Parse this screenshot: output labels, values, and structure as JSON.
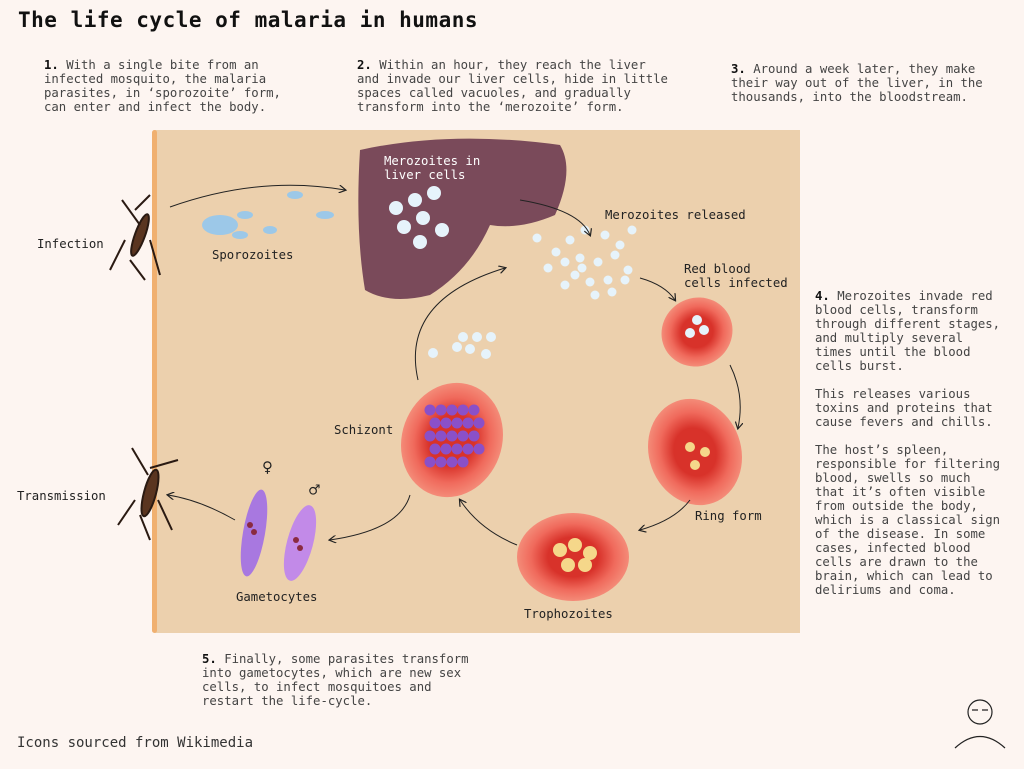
{
  "title": "The life cycle of malaria in humans",
  "steps": [
    {
      "num": "1.",
      "text": " With a single bite from an\ninfected mosquito, the malaria\nparasites, in ‘sporozoite’ form,\ncan enter and infect the body."
    },
    {
      "num": "2.",
      "text": " Within an hour, they reach the liver\nand invade our liver cells, hide in little\nspaces called vacuoles, and gradually\ntransform into the ‘merozoite’ form."
    },
    {
      "num": "3.",
      "text": " Around a week later, they make\ntheir way out of the liver, in the\nthousands, into the bloodstream."
    },
    {
      "num": "4.",
      "text": " Merozoites invade red\nblood cells, transform\nthrough different stages,\nand multiply several\ntimes until the blood\ncells burst.\n\nThis releases various\ntoxins and proteins that\ncause fevers and chills.\n\nThe host’s spleen,\nresponsible for filtering\nblood, swells so much\nthat it’s often visible\nfrom outside the body,\nwhich is a classical sign\nof the disease. In some\ncases, infected blood\ncells are drawn to the\nbrain, which can lead to\ndeliriums and coma."
    },
    {
      "num": "5.",
      "text": " Finally, some parasites transform\ninto gametocytes, which are new sex\ncells, to infect mosquitoes and\nrestart the life-cycle."
    }
  ],
  "labels": {
    "infection": "Infection",
    "sporozoites": "Sporozoites",
    "merozoites_liver": "Merozoites in\nliver cells",
    "merozoites_released": "Merozoites released",
    "rbc_infected": "Red blood\ncells infected",
    "ring_form": "Ring form",
    "trophozoites": "Trophozoites",
    "schizont": "Schizont",
    "gametocytes": "Gametocytes",
    "transmission": "Transmission",
    "female": "♀",
    "male": "♂"
  },
  "footer": "Icons sourced from Wikimedia",
  "colors": {
    "background": "#fdf5f1",
    "panel": "#ecd0ad",
    "liver": "#7a4a5a",
    "rbc": "#ee6a5a"
  }
}
